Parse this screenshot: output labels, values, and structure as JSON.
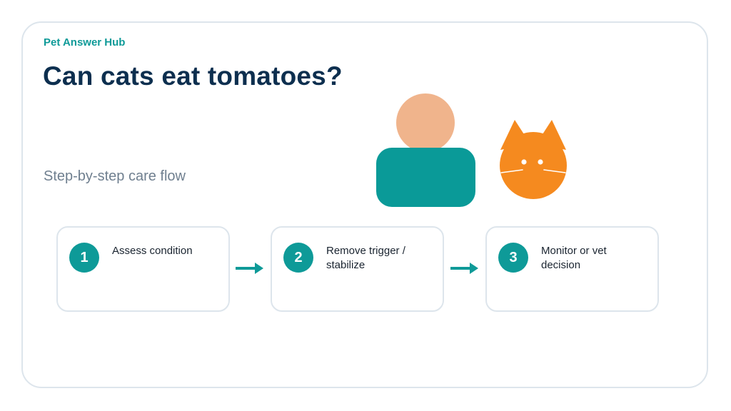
{
  "header": {
    "brand": "Pet Answer Hub",
    "title": "Can cats eat tomatoes?",
    "subtitle": "Step-by-step care flow"
  },
  "illustration": {
    "person_icon": "person-icon",
    "cat_icon": "cat-face-icon",
    "colors": {
      "person_head": "#f0b48c",
      "person_body": "#0a9a98",
      "cat": "#f58a1f"
    }
  },
  "flow": {
    "steps": [
      {
        "number": "1",
        "label": "Assess condition"
      },
      {
        "number": "2",
        "label": "Remove trigger / stabilize"
      },
      {
        "number": "3",
        "label": "Monitor or vet decision"
      }
    ],
    "arrow_icon": "arrow-right-icon"
  },
  "colors": {
    "accent": "#0e9a98",
    "title": "#0d2f4f",
    "subtitle": "#6f7f8f",
    "border": "#dde5ec"
  }
}
